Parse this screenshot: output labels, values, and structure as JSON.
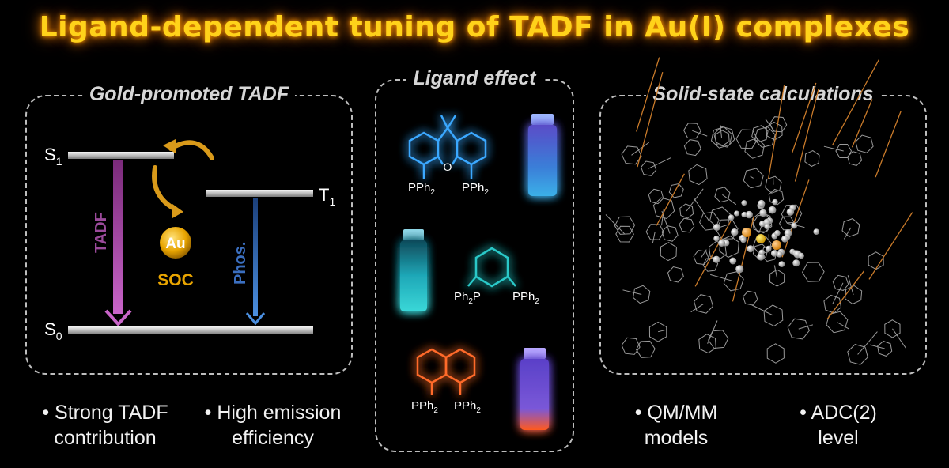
{
  "title": "Ligand-dependent tuning of TADF in Au(I) complexes",
  "panels": {
    "left": {
      "title": "Gold-promoted TADF",
      "s1_label": "S",
      "s1_sub": "1",
      "t1_label": "T",
      "t1_sub": "1",
      "s0_label": "S",
      "s0_sub": "0",
      "tadf_label": "TADF",
      "phos_label": "Phos.",
      "au_label": "Au",
      "soc_label": "SOC"
    },
    "middle": {
      "title": "Ligand effect",
      "ligand1": {
        "left": "PPh",
        "left_sub": "2",
        "right": "PPh",
        "right_sub": "2",
        "bridge": "O",
        "color": "#2a9fff"
      },
      "ligand2": {
        "left": "Ph",
        "left_sub": "2",
        "left_suffix": "P",
        "right": "PPh",
        "right_sub": "2",
        "color": "#21b8b8"
      },
      "ligand3": {
        "left": "PPh",
        "left_sub": "2",
        "right": "PPh",
        "right_sub": "2",
        "color": "#ff5a1f"
      }
    },
    "right": {
      "title": "Solid-state calculations"
    }
  },
  "bullets": {
    "b1": {
      "line1": "• Strong TADF",
      "line2": "contribution"
    },
    "b2": {
      "line1": "• High emission",
      "line2": "efficiency"
    },
    "b3": {
      "line1": "• QM/MM",
      "line2": "models"
    },
    "b4": {
      "line1": "• ADC(2)",
      "line2": "level"
    }
  }
}
